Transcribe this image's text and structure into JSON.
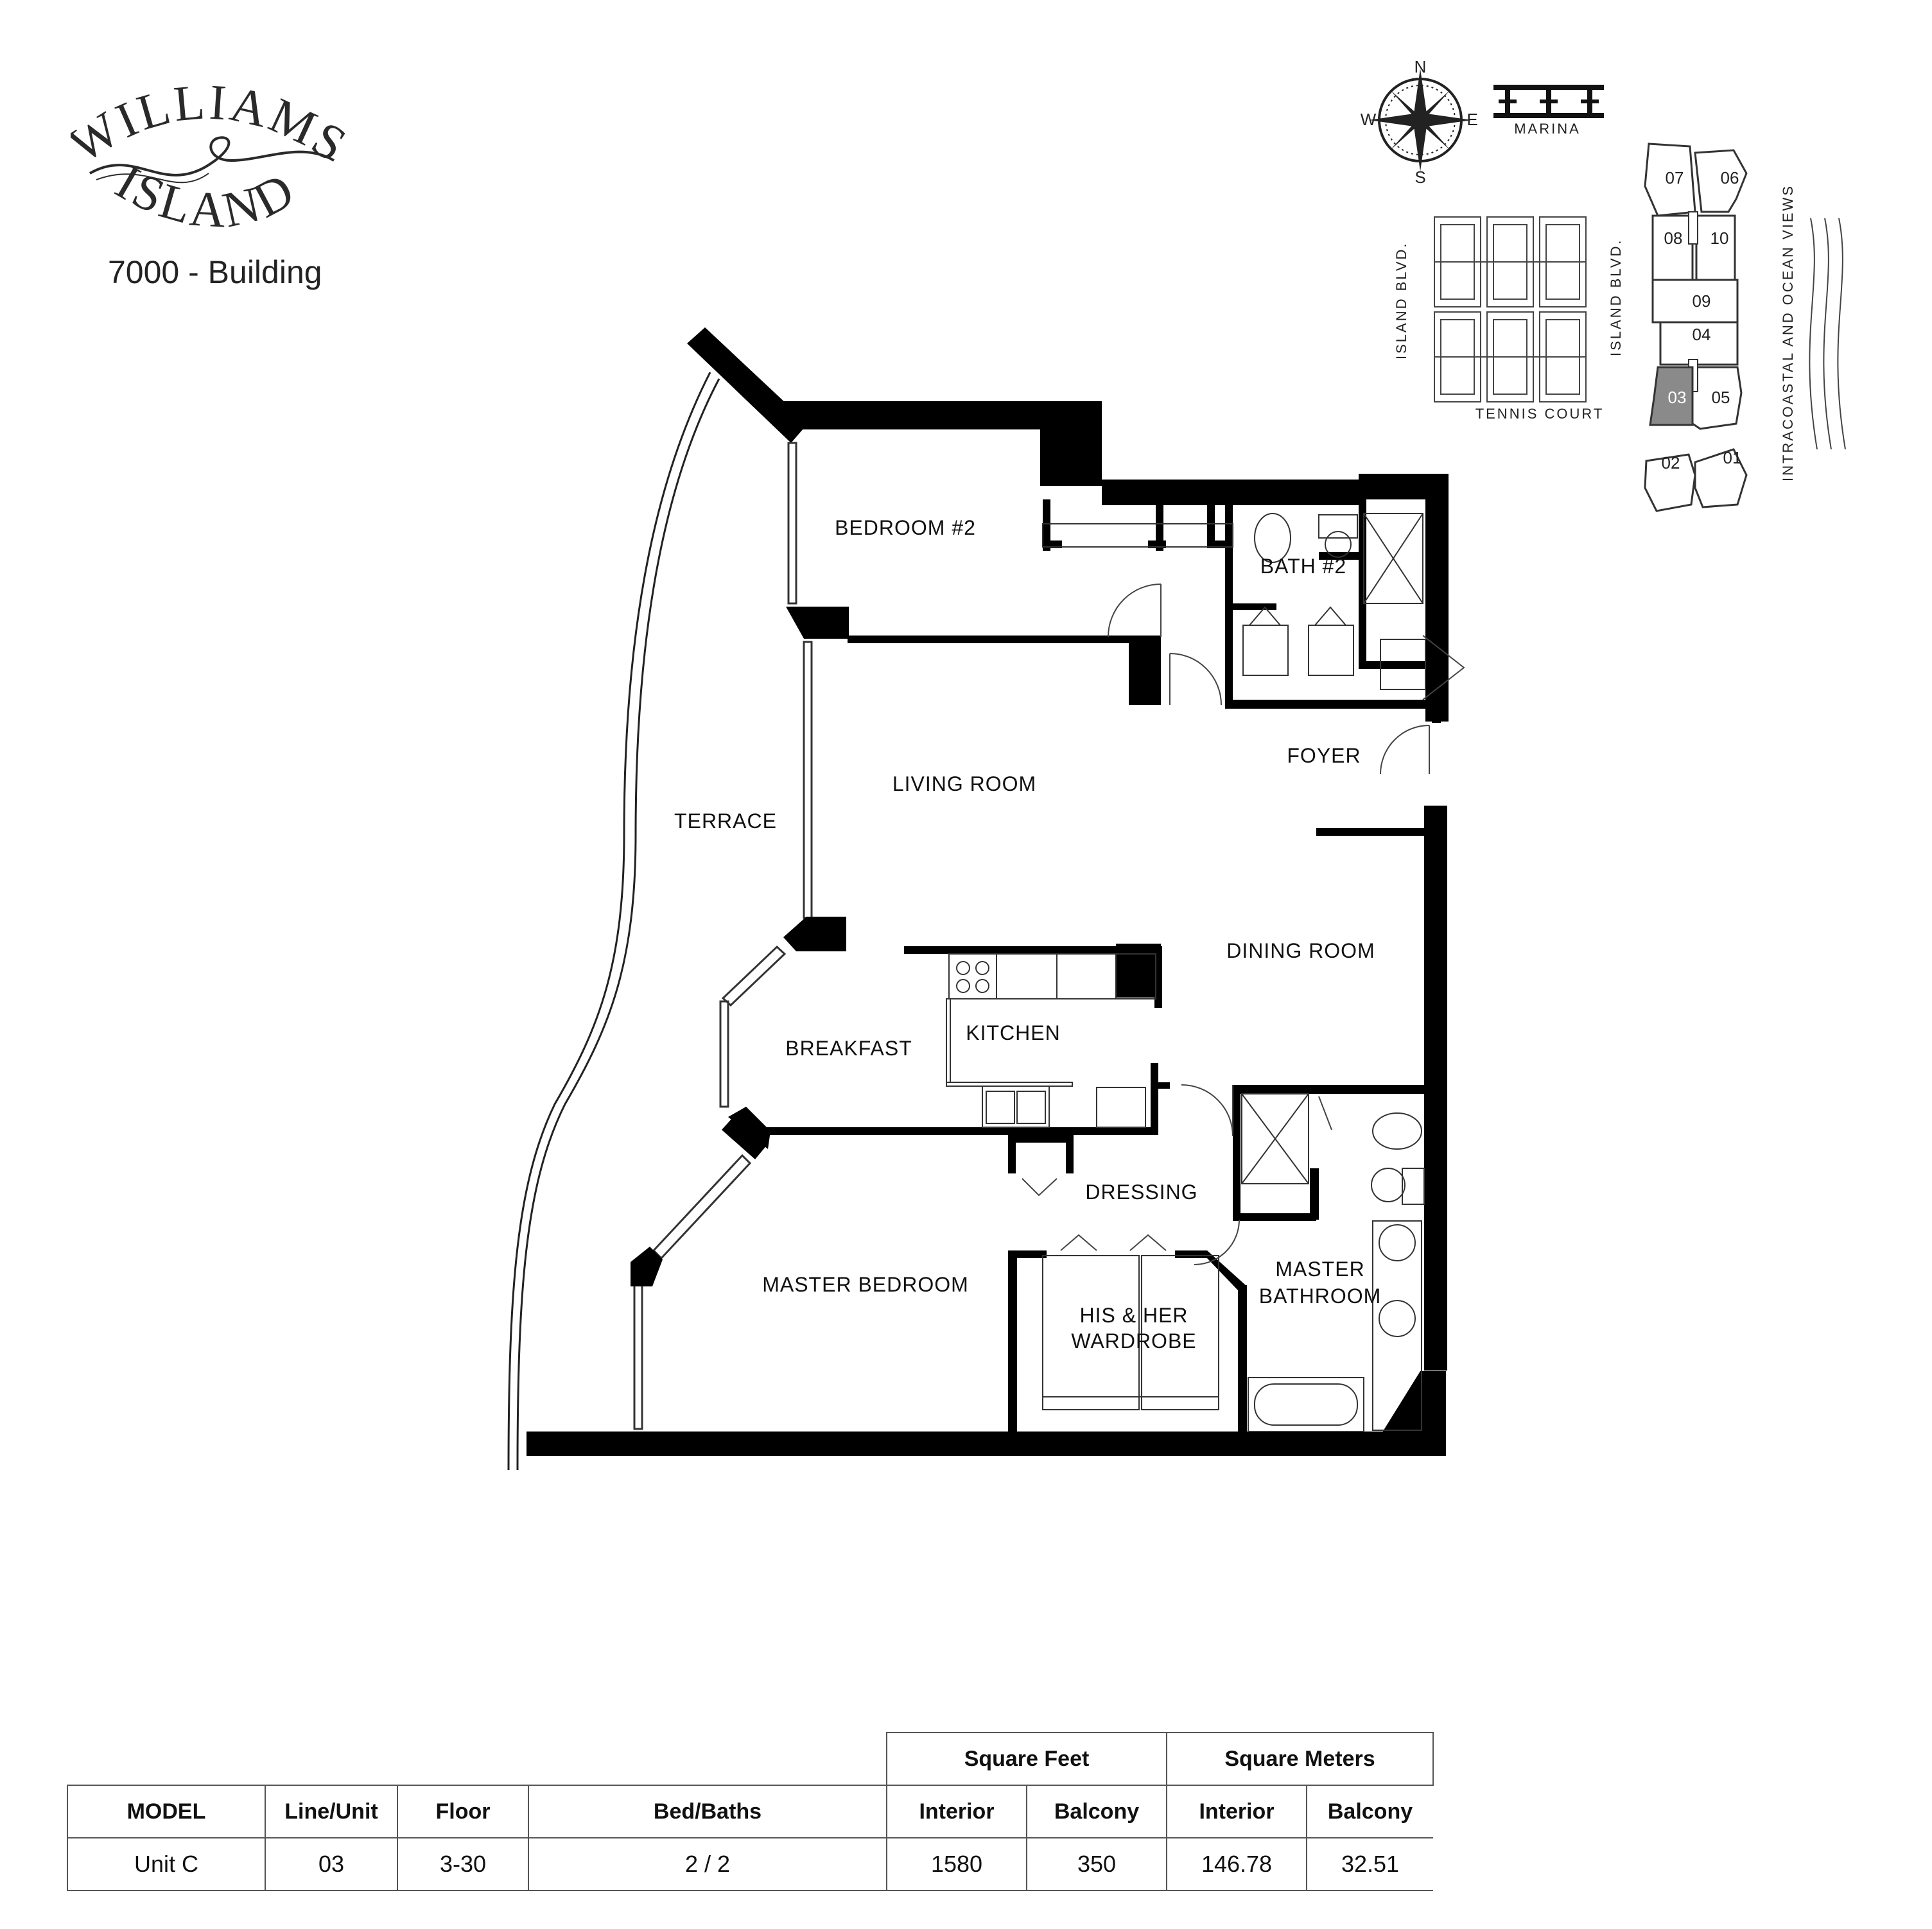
{
  "brand": {
    "logo_line1": "WILLIAMS",
    "logo_line2": "ISLAND",
    "building": "7000 - Building"
  },
  "compass": {
    "n": "N",
    "s": "S",
    "e": "E",
    "w": "W"
  },
  "site": {
    "marina": "MARINA",
    "tennis": "TENNIS COURT",
    "road_left": "ISLAND BLVD.",
    "road_right": "ISLAND BLVD.",
    "views": "INTRACOASTAL AND OCEAN VIEWS",
    "units": [
      "07",
      "06",
      "08",
      "10",
      "09",
      "04",
      "03",
      "05",
      "02",
      "01"
    ],
    "highlight_unit": "03",
    "highlight_color": "#8a8a8a"
  },
  "rooms": {
    "bedroom2": "BEDROOM #2",
    "bath2": "BATH #2",
    "foyer": "FOYER",
    "living": "LIVING ROOM",
    "terrace": "TERRACE",
    "dining": "DINING ROOM",
    "kitchen": "KITCHEN",
    "breakfast": "BREAKFAST",
    "dressing": "DRESSING",
    "master_bed": "MASTER BEDROOM",
    "master_bath_1": "MASTER",
    "master_bath_2": "BATHROOM",
    "wardrobe_1": "HIS & HER",
    "wardrobe_2": "WARDROBE"
  },
  "table": {
    "group_sqft": "Square Feet",
    "group_sqm": "Square Meters",
    "headers": [
      "MODEL",
      "Line/Unit",
      "Floor",
      "Bed/Baths",
      "Interior",
      "Balcony",
      "Interior",
      "Balcony"
    ],
    "row": [
      "Unit C",
      "03",
      "3-30",
      "2 / 2",
      "1580",
      "350",
      "146.78",
      "32.51"
    ]
  }
}
